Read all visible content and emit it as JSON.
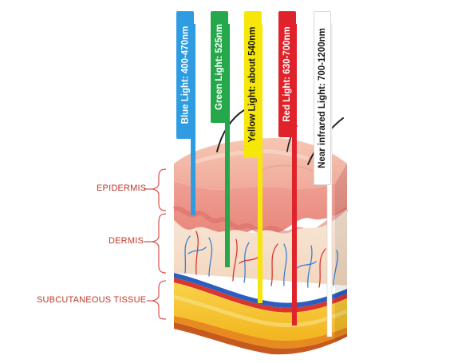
{
  "layers": {
    "epidermis": "EPIDERMIS",
    "dermis": "DERMIS",
    "subcutaneous": "SUBCUTANEOUS TISSUE"
  },
  "light_bands": [
    {
      "label": "Blue Light: 400-470nm",
      "color": "#2f9be0",
      "text_color": "#ffffff"
    },
    {
      "label": "Green Light: 525nm",
      "color": "#25a84b",
      "text_color": "#ffffff"
    },
    {
      "label": "Yellow Light: about 540nm",
      "color": "#f6e60a",
      "text_color": "#1a1a1a"
    },
    {
      "label": "Red Light: 630-700nm",
      "color": "#e0232a",
      "text_color": "#ffffff"
    },
    {
      "label": "Near infrared Light: 700-1200nm",
      "color": "#ffffff",
      "text_color": "#1a1a1a"
    }
  ],
  "colors": {
    "label_red": "#c0392b",
    "bracket_red": "#d9534f"
  }
}
